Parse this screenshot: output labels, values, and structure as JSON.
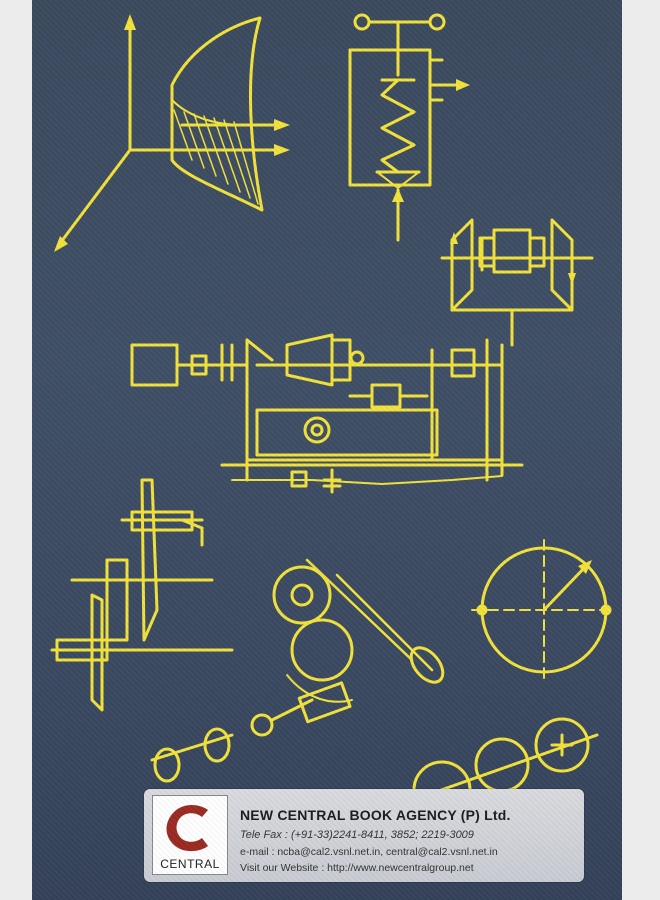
{
  "publisher": {
    "name": "NEW CENTRAL BOOK AGENCY (P) Ltd.",
    "telefax": "Tele Fax : (+91-33)2241-8411, 3852; 2219-3009",
    "email": "e-mail : ncba@cal2.vsnl.net.in, central@cal2.vsnl.net.in",
    "website": "Visit our Website : http://www.newcentralgroup.net",
    "logo_text": "CENTRAL",
    "logo_color": "#9b2a22"
  },
  "colors": {
    "background": "#3c4b62",
    "drawing": "#f2e23a",
    "page_edge": "#ececec"
  }
}
